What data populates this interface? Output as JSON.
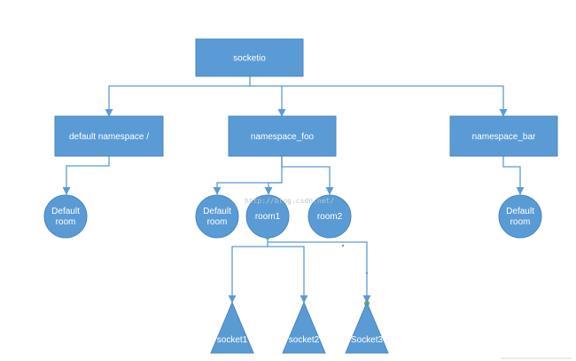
{
  "colors": {
    "node_fill": "#5b9bd5",
    "node_stroke": "#4a87c0",
    "connector": "#5b9bd5",
    "joint_dot": "#7ac943"
  },
  "root": {
    "label": "socketio"
  },
  "namespaces": [
    {
      "label": "default namespace /"
    },
    {
      "label": "namespace_foo"
    },
    {
      "label": "namespace_bar"
    }
  ],
  "rooms": [
    {
      "line1": "Default",
      "line2": "room"
    },
    {
      "line1": "Default",
      "line2": "room"
    },
    {
      "line1": "room1",
      "line2": ""
    },
    {
      "line1": "room2",
      "line2": ""
    },
    {
      "line1": "Default",
      "line2": "room"
    }
  ],
  "sockets": [
    {
      "label": "socket1"
    },
    {
      "label": "socket2"
    },
    {
      "label": "Socket3"
    }
  ],
  "watermark": "http://blog.csdn.net/"
}
